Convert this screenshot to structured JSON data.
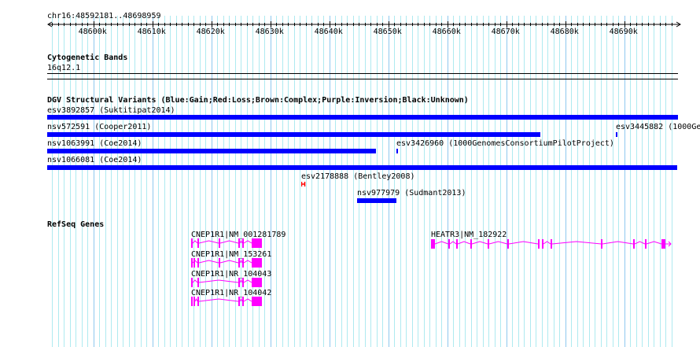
{
  "ruler": {
    "region": "chr16:48592181..48698959",
    "ticks": [
      "48600k",
      "48610k",
      "48620k",
      "48630k",
      "48640k",
      "48650k",
      "48660k",
      "48670k",
      "48680k",
      "48690k"
    ]
  },
  "tracks": {
    "cyto": {
      "title": "Cytogenetic Bands",
      "band": "16q12.1"
    },
    "dgv": {
      "title": "DGV Structural Variants (Blue:Gain;Red:Loss;Brown:Complex;Purple:Inversion;Black:Unknown)",
      "features": [
        {
          "label": "esv3892857 (Suktitipat2014)",
          "color": "#0000ff"
        },
        {
          "label": "nsv572591 (Cooper2011)",
          "color": "#0000ff"
        },
        {
          "label": "esv3445882 (1000Ge",
          "color": "#0000ff"
        },
        {
          "label": "nsv1063991 (Coe2014)",
          "color": "#0000ff"
        },
        {
          "label": "esv3426960 (1000GenomesConsortiumPilotProject)",
          "color": "#0000ff"
        },
        {
          "label": "nsv1066081 (Coe2014)",
          "color": "#0000ff"
        },
        {
          "label": "esv2178888 (Bentley2008)",
          "color": "#ff0000"
        },
        {
          "label": "nsv977979 (Sudmant2013)",
          "color": "#0000ff"
        }
      ]
    },
    "refseq": {
      "title": "RefSeq Genes",
      "color": "#ff00ff",
      "genes": [
        {
          "label": "CNEP1R1|NM_001281789"
        },
        {
          "label": "CNEP1R1|NM_153261"
        },
        {
          "label": "CNEP1R1|NR_104043"
        },
        {
          "label": "CNEP1R1|NR_104042"
        },
        {
          "label": "HEATR3|NM_182922"
        }
      ]
    }
  }
}
